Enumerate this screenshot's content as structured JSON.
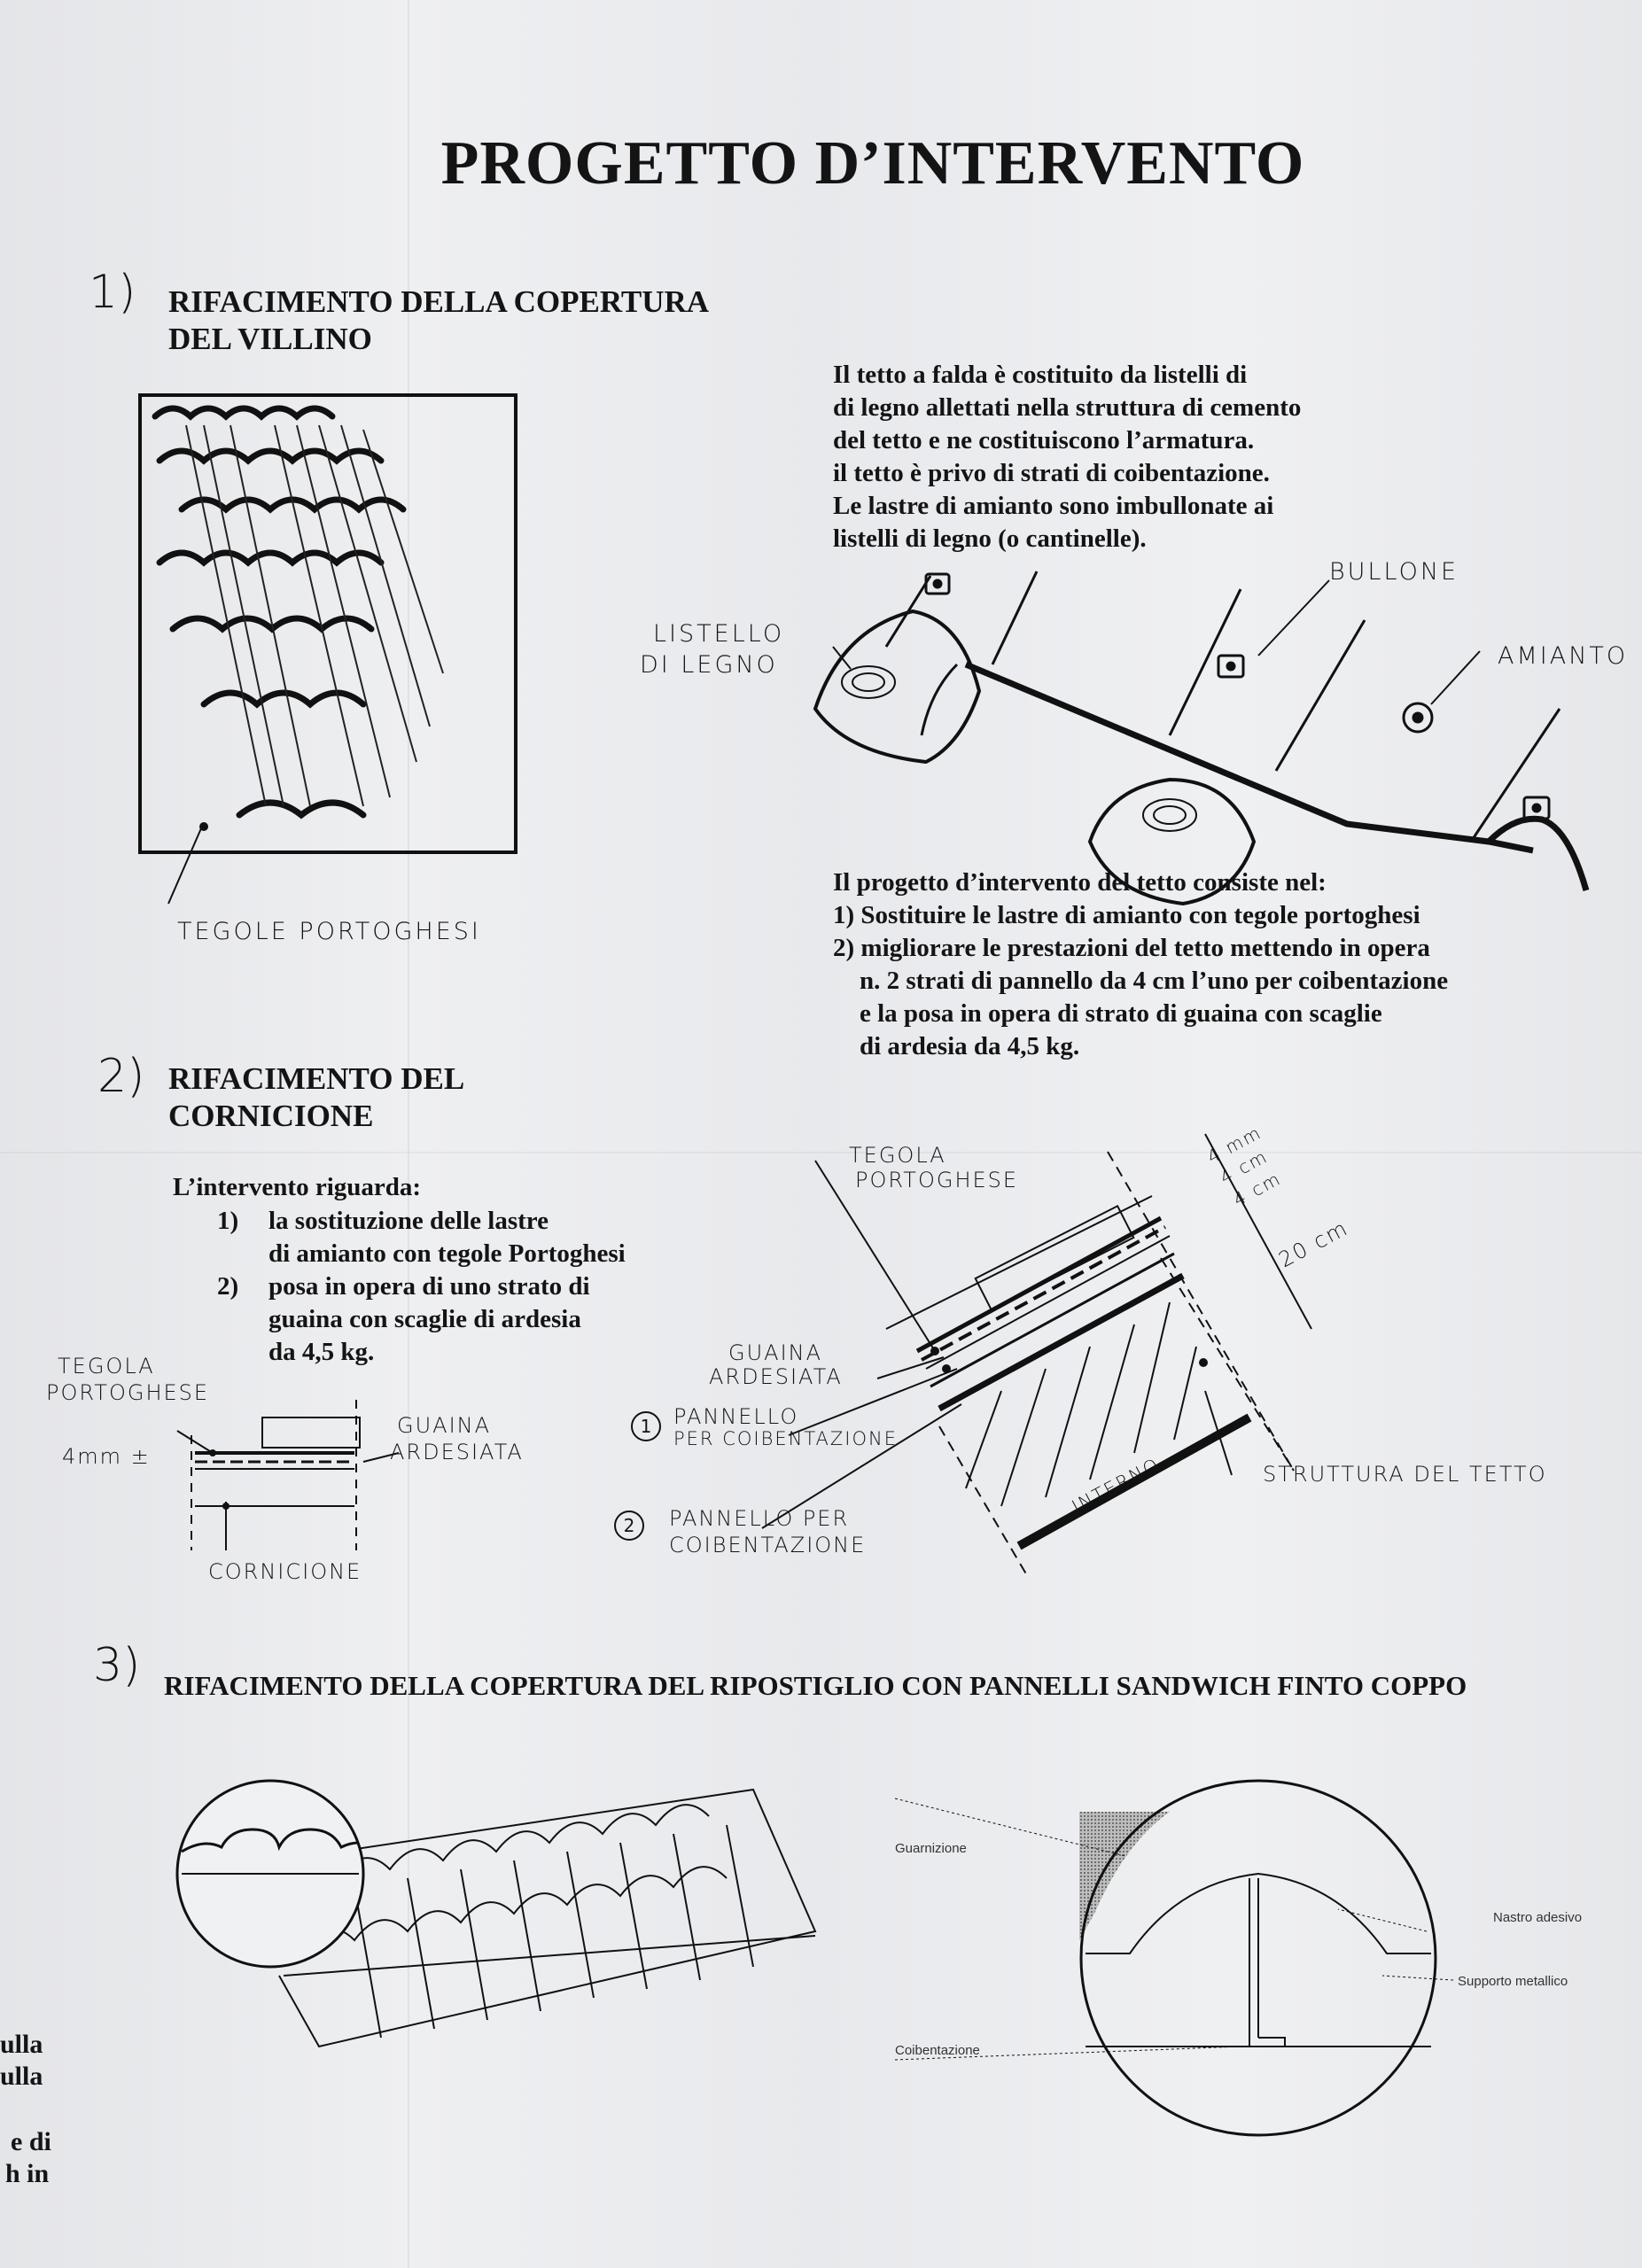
{
  "title": "PROGETTO D’INTERVENTO",
  "section1": {
    "number": "1)",
    "heading_line1": "RIFACIMENTO DELLA COPERTURA",
    "heading_line2": "DEL VILLINO",
    "description_lines": [
      "Il tetto a falda è costituito da listelli di",
      "di legno allettati nella struttura di cemento",
      "del tetto e ne costituiscono l’armatura.",
      "il tetto è privo di strati di coibentazione.",
      "Le lastre di amianto sono imbullonate ai",
      "listelli di legno (o cantinelle)."
    ],
    "drawing_labels": {
      "tegole": "TEGOLE PORTOGHESI",
      "listello_1": "LISTELLO",
      "listello_2": "DI LEGNO",
      "bullone": "BULLONE",
      "amianto": "AMIANTO"
    },
    "project_lines": [
      "Il progetto d’intervento del tetto consiste nel:",
      "1) Sostituire le lastre di amianto con tegole portoghesi",
      "2) migliorare le prestazioni del tetto mettendo in opera",
      "n. 2 strati di pannello da 4 cm l’uno per coibentazione",
      "e la posa in opera di strato di guaina con scaglie",
      "di ardesia da 4,5 kg."
    ]
  },
  "section2": {
    "number": "2)",
    "heading_line1": "RIFACIMENTO DEL",
    "heading_line2": "CORNICIONE",
    "intro": "L’intervento riguarda:",
    "items": [
      {
        "n": "1)",
        "lines": [
          "la sostituzione delle lastre",
          "di amianto con tegole Portoghesi"
        ]
      },
      {
        "n": "2)",
        "lines": [
          "posa in opera di uno strato di",
          "guaina con scaglie di ardesia",
          "da 4,5 kg."
        ]
      }
    ],
    "left_labels": {
      "tegola_1": "TEGOLA",
      "tegola_2": "PORTOGHESE",
      "thickness": "4mm ±",
      "guaina_1": "GUAINA",
      "guaina_2": "ARDESIATA",
      "cornicione": "CORNICIONE"
    },
    "right_labels": {
      "tegola_1": "TEGOLA",
      "tegola_2": "PORTOGHESE",
      "dim_4mm": "4 mm",
      "dim_4cm_a": "4 cm",
      "dim_4cm_b": "4 cm",
      "dim_20cm": "20 cm",
      "guaina_1": "GUAINA",
      "guaina_2": "ARDESIATA",
      "pannello1_num": "1",
      "pannello1_a": "PANNELLO",
      "pannello1_b": "PER COIBENTAZIONE",
      "pannello2_num": "2",
      "pannello2_a": "PANNELLO PER",
      "pannello2_b": "COIBENTAZIONE",
      "interno": "INTERNO",
      "struttura": "STRUTTURA DEL TETTO"
    }
  },
  "section3": {
    "number": "3)",
    "heading": "RIFACIMENTO DELLA COPERTURA DEL RIPOSTIGLIO CON PANNELLI  SANDWICH FINTO COPPO",
    "detail_labels": {
      "guarnizione": "Guarnizione",
      "nastro": "Nastro adesivo",
      "supporto": "Supporto metallico",
      "coibentazione": "Coibentazione"
    }
  },
  "margin_fragments": [
    "ulla",
    "ulla",
    "e di",
    "h in"
  ]
}
